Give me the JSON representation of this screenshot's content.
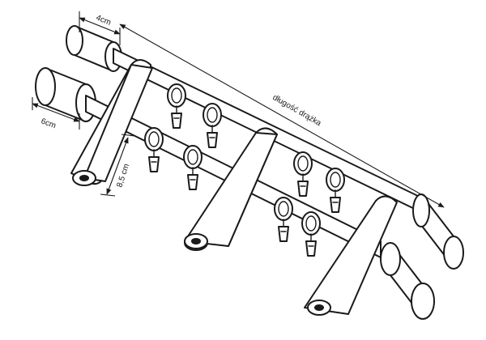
{
  "labels": {
    "width_top": "4cm",
    "width_left": "6cm",
    "height": "8,5 cm",
    "length": "długość drążka"
  },
  "colors": {
    "stroke": "#1a1a1a",
    "fill": "#ffffff"
  },
  "counts": {
    "rods": 2,
    "brackets": 3,
    "rings_per_rod": 4
  }
}
